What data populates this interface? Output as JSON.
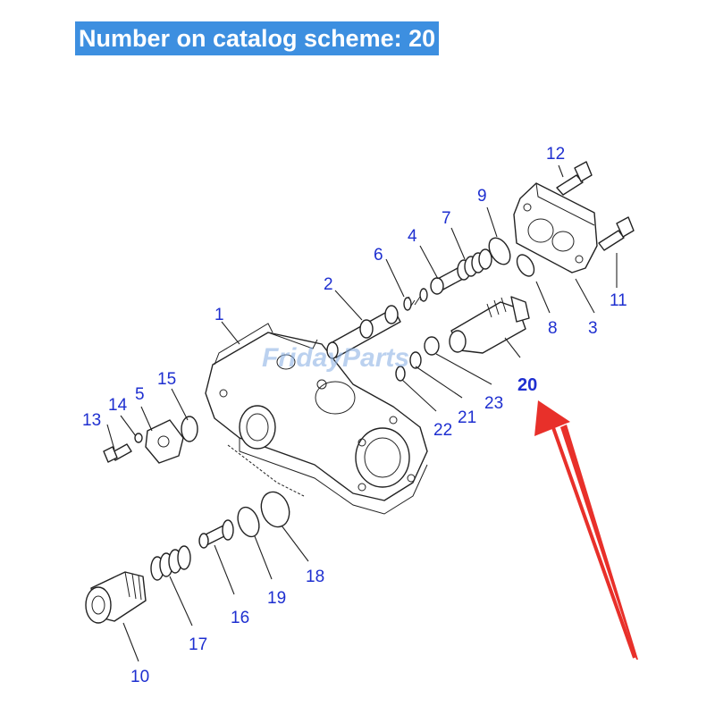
{
  "header": {
    "title": "Number on catalog scheme: 20"
  },
  "watermark": {
    "brand": "FridayParts"
  },
  "highlight": {
    "label": "20",
    "arrow_color": "#e8302a"
  },
  "colors": {
    "banner_bg": "#3d8fe0",
    "label_color": "#1e2fd0"
  },
  "part_labels": [
    "1",
    "2",
    "3",
    "4",
    "5",
    "6",
    "7",
    "8",
    "9",
    "10",
    "11",
    "12",
    "13",
    "14",
    "15",
    "16",
    "17",
    "18",
    "19",
    "21",
    "22",
    "23"
  ]
}
